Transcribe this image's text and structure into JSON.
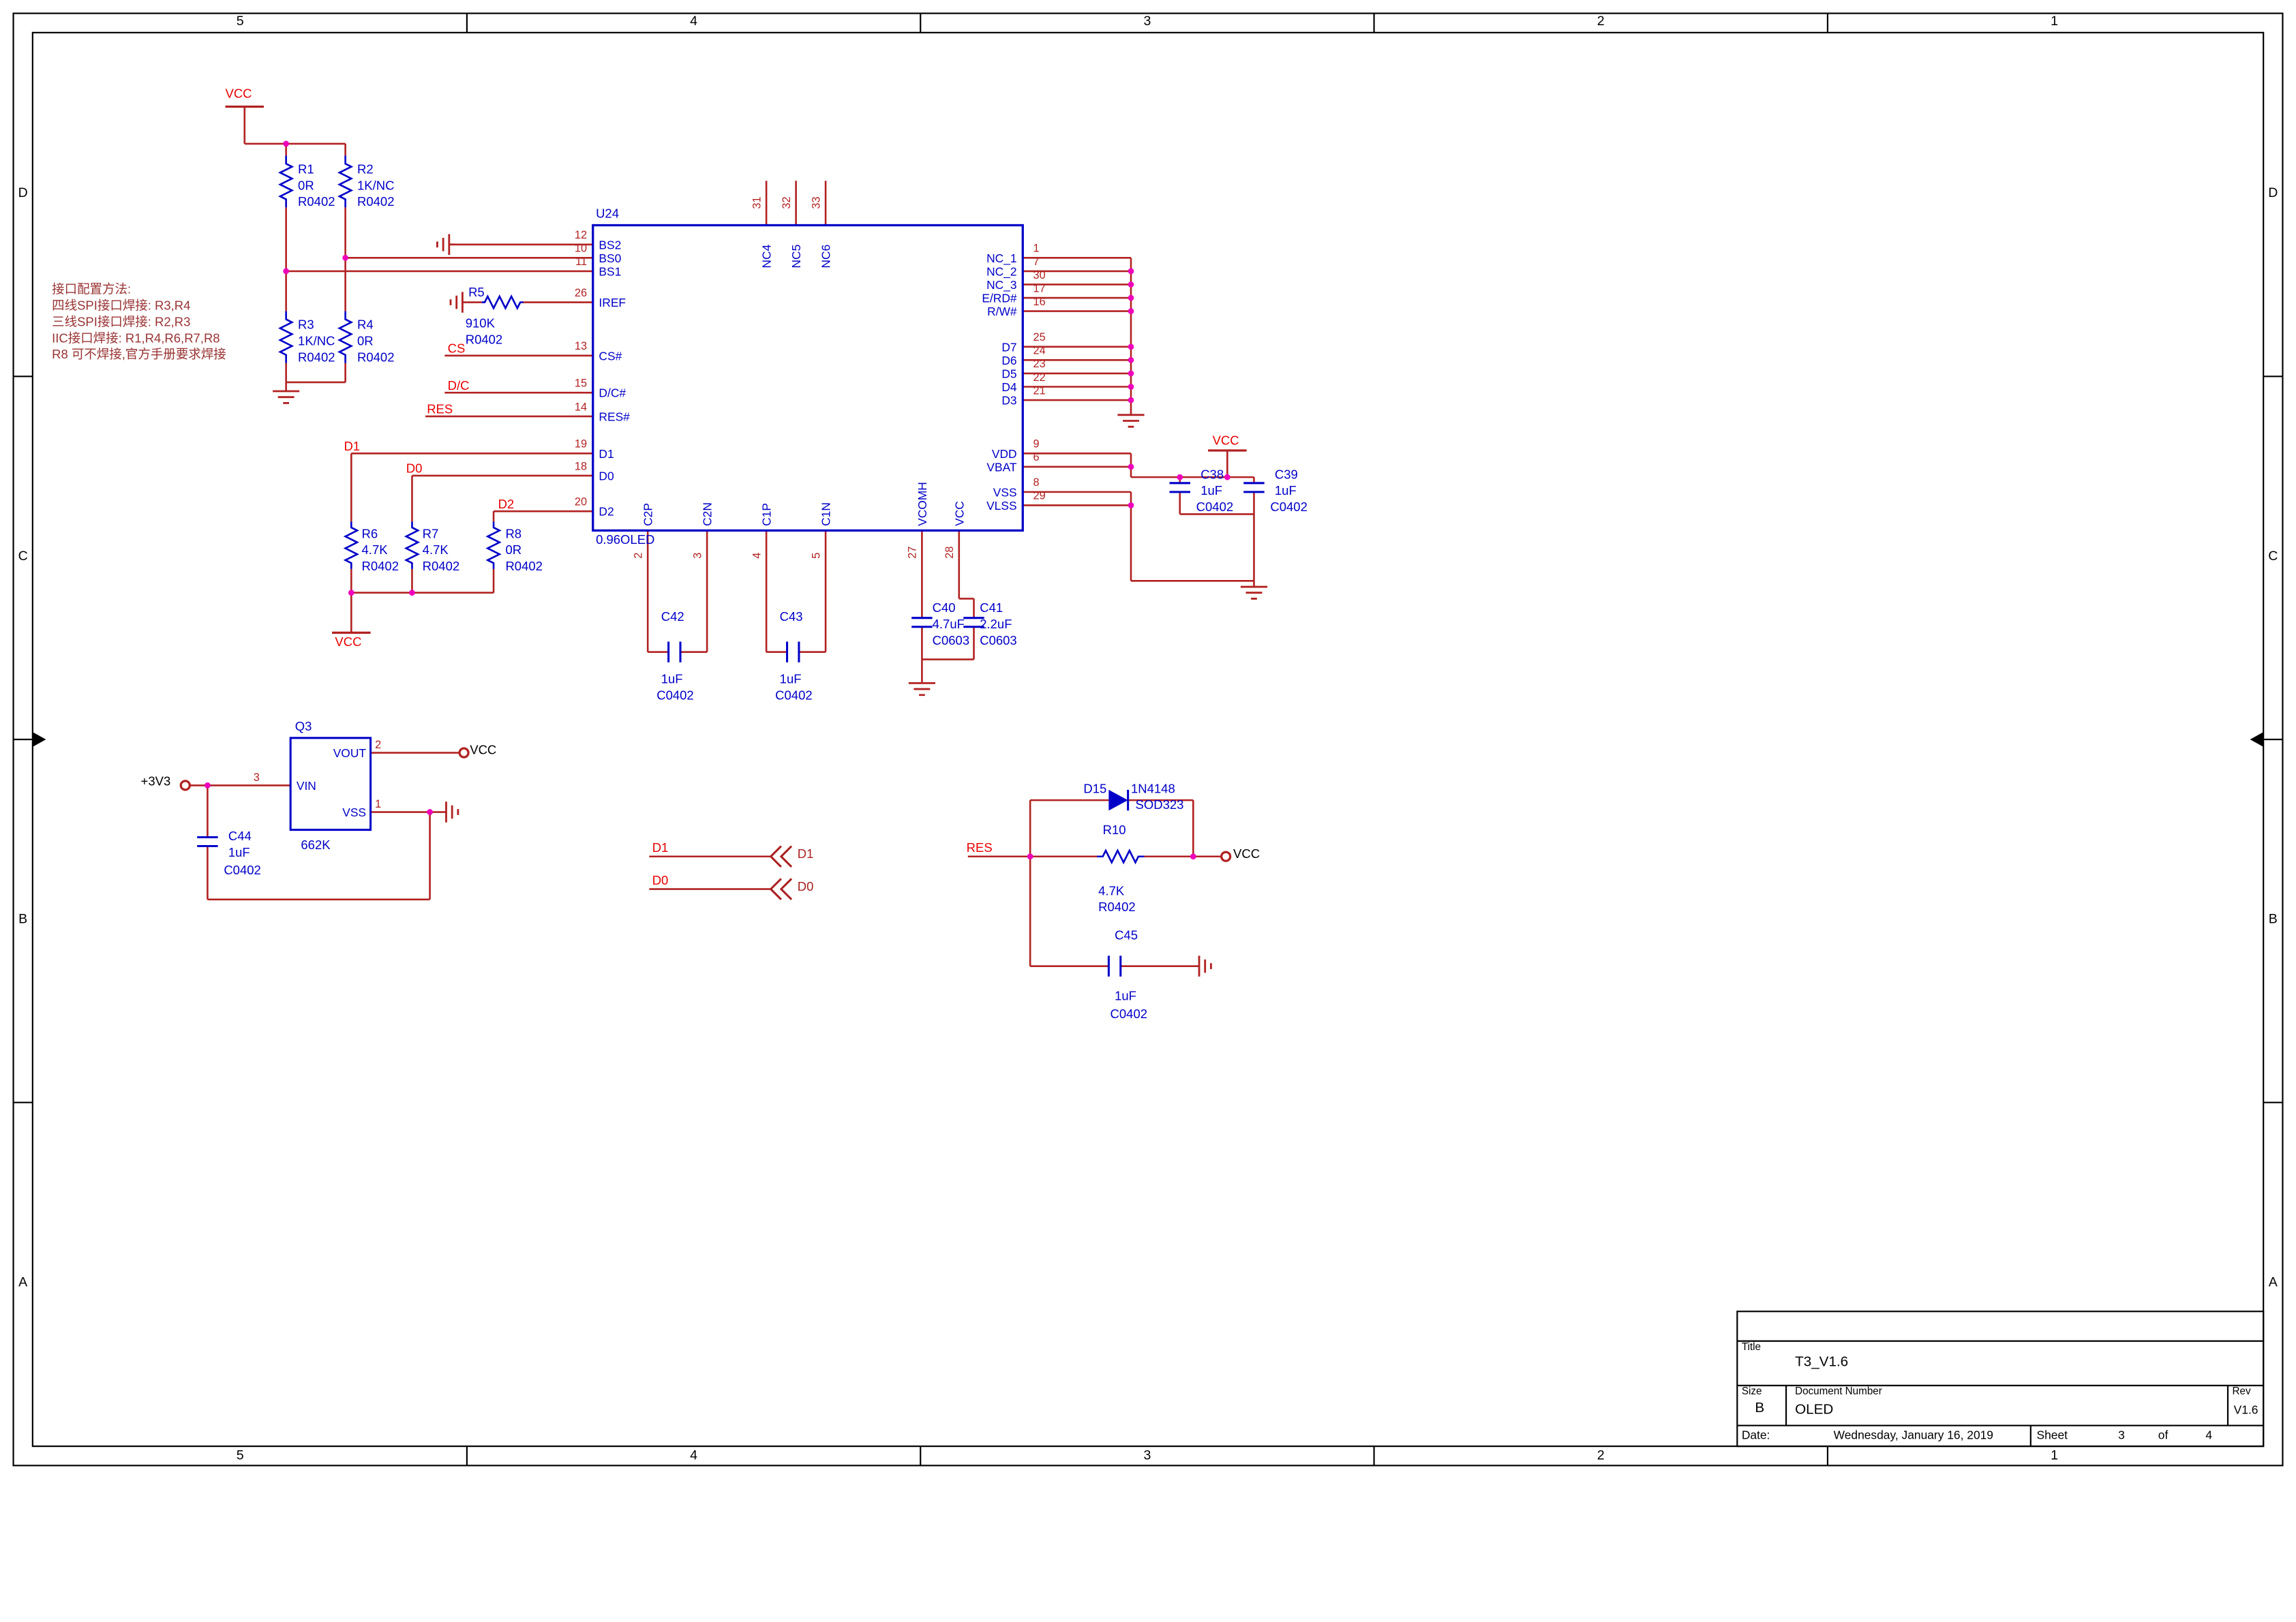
{
  "sheet": {
    "grid_cols": [
      "5",
      "4",
      "3",
      "2",
      "1"
    ],
    "grid_rows": [
      "D",
      "C",
      "B",
      "A"
    ]
  },
  "notes": [
    "接口配置方法:",
    "四线SPI接口焊接: R3,R4",
    "三线SPI接口焊接: R2,R3",
    "IIC接口焊接: R1,R4,R6,R7,R8",
    "R8 可不焊接,官方手册要求焊接"
  ],
  "u24": {
    "ref": "U24",
    "value": "0.96OLED",
    "pins_left": [
      {
        "num": "12",
        "name": "BS2"
      },
      {
        "num": "10",
        "name": "BS0"
      },
      {
        "num": "11",
        "name": "BS1"
      },
      {
        "num": "26",
        "name": "IREF"
      },
      {
        "num": "13",
        "name": "CS#"
      },
      {
        "num": "15",
        "name": "D/C#"
      },
      {
        "num": "14",
        "name": "RES#"
      },
      {
        "num": "19",
        "name": "D1"
      },
      {
        "num": "18",
        "name": "D0"
      },
      {
        "num": "20",
        "name": "D2"
      }
    ],
    "pins_right": [
      {
        "num": "1",
        "name": "NC_1"
      },
      {
        "num": "7",
        "name": "NC_2"
      },
      {
        "num": "30",
        "name": "NC_3"
      },
      {
        "num": "17",
        "name": "E/RD#"
      },
      {
        "num": "16",
        "name": "R/W#"
      },
      {
        "num": "25",
        "name": "D7"
      },
      {
        "num": "24",
        "name": "D6"
      },
      {
        "num": "23",
        "name": "D5"
      },
      {
        "num": "22",
        "name": "D4"
      },
      {
        "num": "21",
        "name": "D3"
      },
      {
        "num": "9",
        "name": "VDD"
      },
      {
        "num": "6",
        "name": "VBAT"
      },
      {
        "num": "8",
        "name": "VSS"
      },
      {
        "num": "29",
        "name": "VLSS"
      }
    ],
    "pins_top": [
      {
        "num": "31",
        "name": "NC4"
      },
      {
        "num": "32",
        "name": "NC5"
      },
      {
        "num": "33",
        "name": "NC6"
      }
    ],
    "pins_bottom": [
      {
        "num": "2",
        "name": "C2P"
      },
      {
        "num": "3",
        "name": "C2N"
      },
      {
        "num": "4",
        "name": "C1P"
      },
      {
        "num": "5",
        "name": "C1N"
      },
      {
        "num": "27",
        "name": "VCOMH"
      },
      {
        "num": "28",
        "name": "VCC"
      }
    ]
  },
  "q3": {
    "ref": "Q3",
    "value": "662K",
    "pins": [
      {
        "num": "2",
        "name": "VOUT"
      },
      {
        "num": "3",
        "name": "VIN"
      },
      {
        "num": "1",
        "name": "VSS"
      }
    ]
  },
  "components": [
    {
      "ref": "R1",
      "value": "0R",
      "footprint": "R0402"
    },
    {
      "ref": "R2",
      "value": "1K/NC",
      "footprint": "R0402"
    },
    {
      "ref": "R3",
      "value": "1K/NC",
      "footprint": "R0402"
    },
    {
      "ref": "R4",
      "value": "0R",
      "footprint": "R0402"
    },
    {
      "ref": "R5",
      "value": "910K",
      "footprint": "R0402"
    },
    {
      "ref": "R6",
      "value": "4.7K",
      "footprint": "R0402"
    },
    {
      "ref": "R7",
      "value": "4.7K",
      "footprint": "R0402"
    },
    {
      "ref": "R8",
      "value": "0R",
      "footprint": "R0402"
    },
    {
      "ref": "R10",
      "value": "4.7K",
      "footprint": "R0402"
    },
    {
      "ref": "C38",
      "value": "1uF",
      "footprint": "C0402"
    },
    {
      "ref": "C39",
      "value": "1uF",
      "footprint": "C0402"
    },
    {
      "ref": "C40",
      "value": "4.7uF",
      "footprint": "C0603"
    },
    {
      "ref": "C41",
      "value": "2.2uF",
      "footprint": "C0603"
    },
    {
      "ref": "C42",
      "value": "1uF",
      "footprint": "C0402"
    },
    {
      "ref": "C43",
      "value": "1uF",
      "footprint": "C0402"
    },
    {
      "ref": "C44",
      "value": "1uF",
      "footprint": "C0402"
    },
    {
      "ref": "C45",
      "value": "1uF",
      "footprint": "C0402"
    },
    {
      "ref": "D15",
      "value": "1N4148",
      "footprint": "SOD323"
    }
  ],
  "net_labels": [
    {
      "id": "vcc_tl",
      "text": "VCC"
    },
    {
      "id": "cs",
      "text": "CS"
    },
    {
      "id": "dc",
      "text": "D/C"
    },
    {
      "id": "res",
      "text": "RES"
    },
    {
      "id": "d1",
      "text": "D1"
    },
    {
      "id": "d0",
      "text": "D0"
    },
    {
      "id": "d2",
      "text": "D2"
    },
    {
      "id": "vcc_pu",
      "text": "VCC"
    },
    {
      "id": "vcc_r",
      "text": "VCC"
    },
    {
      "id": "d1_mid",
      "text": "D1"
    },
    {
      "id": "d0_mid",
      "text": "D0"
    },
    {
      "id": "res2",
      "text": "RES"
    }
  ],
  "power_terminals": [
    {
      "id": "q3_out",
      "text": "VCC"
    },
    {
      "id": "in_3v3",
      "text": "+3V3"
    },
    {
      "id": "r10_vcc",
      "text": "VCC"
    }
  ],
  "offpage": [
    {
      "id": "op_d1",
      "text": "D1"
    },
    {
      "id": "op_d0",
      "text": "D0"
    }
  ],
  "titleblock": {
    "title_label": "Title",
    "title": "T3_V1.6",
    "size_label": "Size",
    "size": "B",
    "doc_label": "Document Number",
    "doc": "OLED",
    "rev_label": "Rev",
    "rev": "V1.6",
    "date_label": "Date:",
    "date": "Wednesday, January 16, 2019",
    "sheet_label": "Sheet",
    "sheet": "3",
    "of_label": "of",
    "total": "4"
  }
}
